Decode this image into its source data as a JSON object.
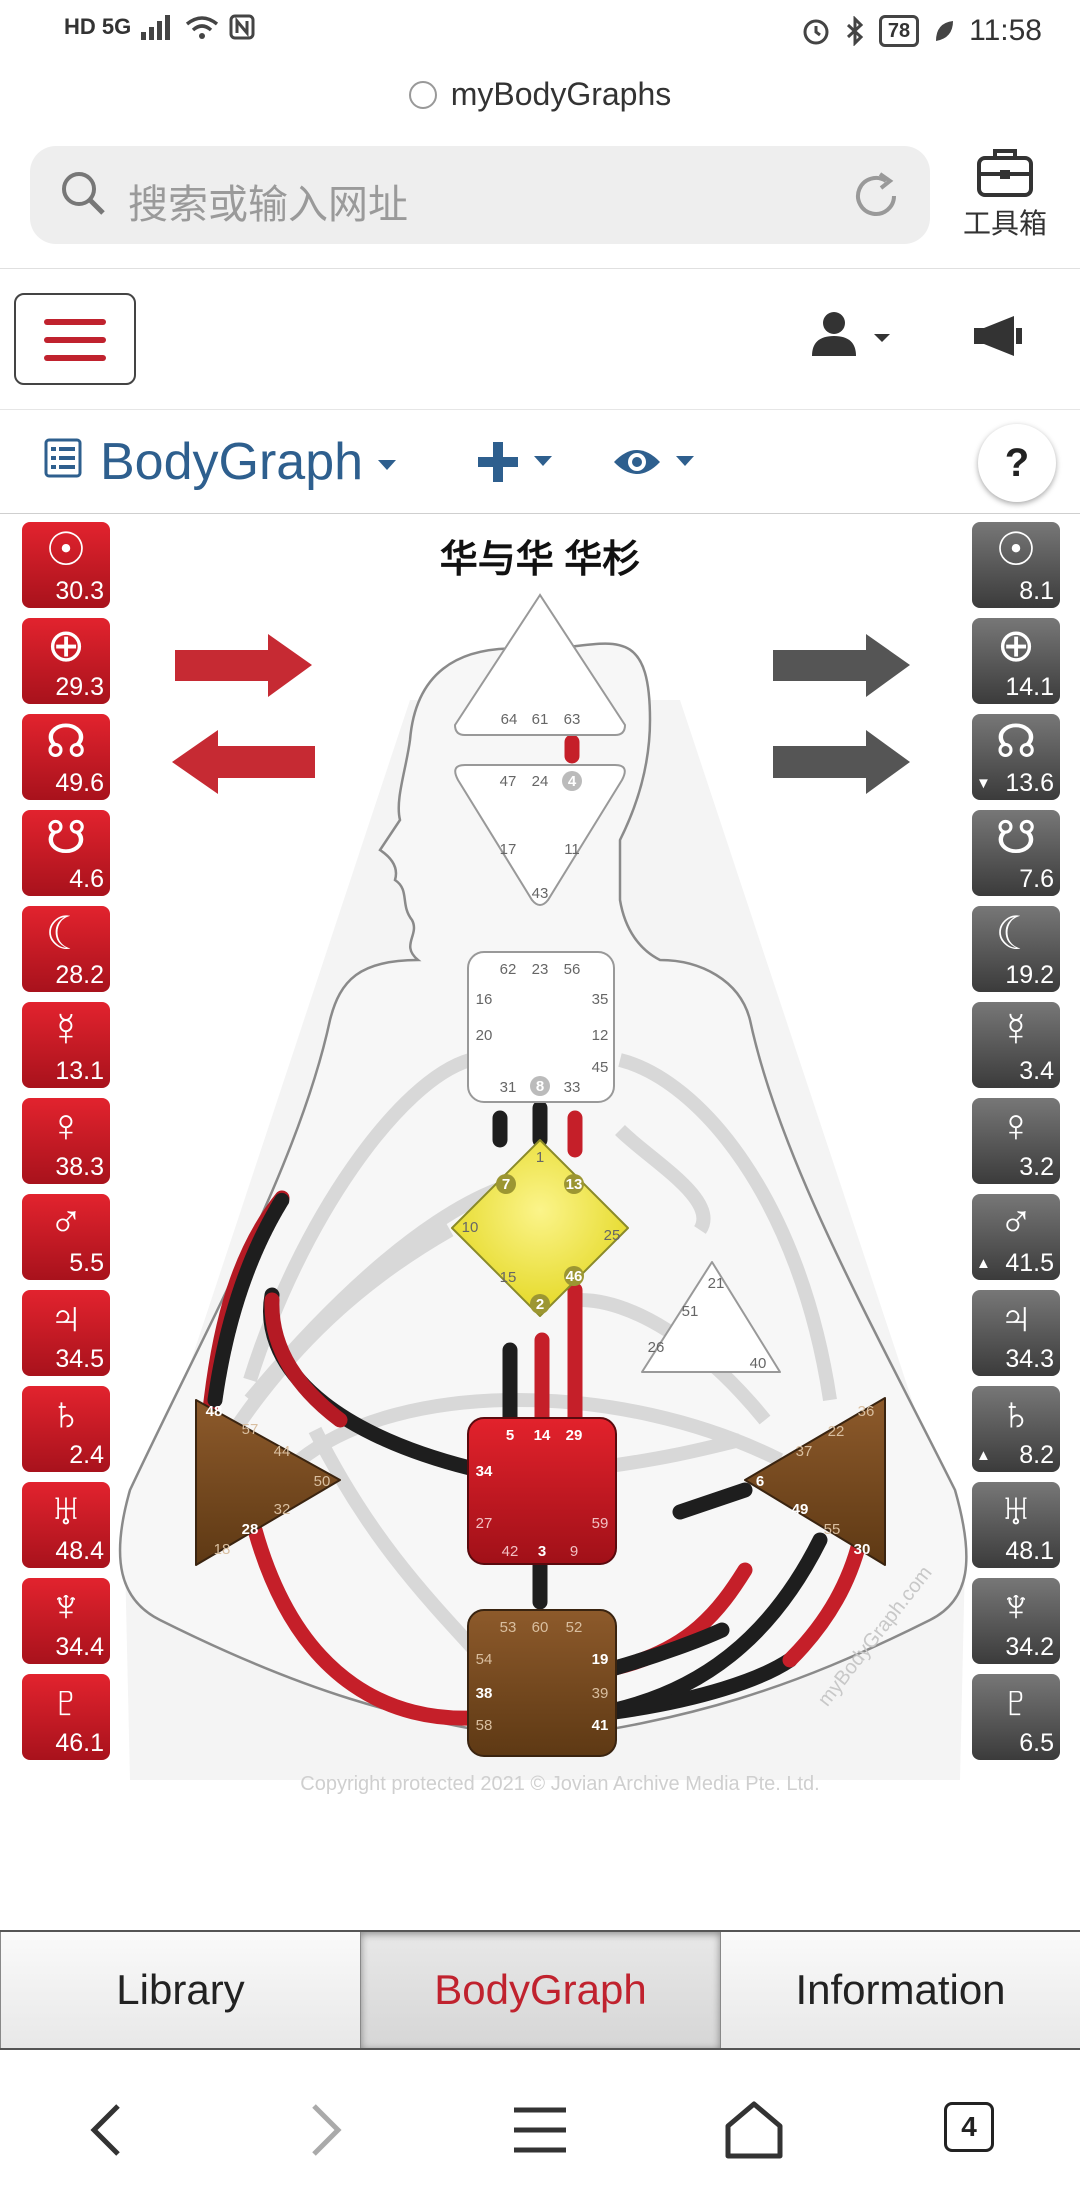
{
  "status_bar": {
    "network": "HD 5G",
    "battery": "78",
    "time": "11:58"
  },
  "site": {
    "name": "myBodyGraphs"
  },
  "search": {
    "placeholder": "搜索或输入网址"
  },
  "toolbox": {
    "label": "工具箱"
  },
  "toolbar": {
    "title": "BodyGraph"
  },
  "help": {
    "label": "?"
  },
  "chart": {
    "person_name": "华与华 华杉",
    "watermark": "myBodyGraph.com",
    "copyright": "Copyright protected 2021 © Jovian Archive Media Pte. Ltd."
  },
  "left_planets": [
    {
      "symbol": "☉",
      "value": "30.3"
    },
    {
      "symbol": "⊕",
      "value": "29.3"
    },
    {
      "symbol": "☊",
      "value": "49.6"
    },
    {
      "symbol": "☋",
      "value": "4.6"
    },
    {
      "symbol": "☾",
      "value": "28.2"
    },
    {
      "symbol": "☿",
      "value": "13.1"
    },
    {
      "symbol": "♀",
      "value": "38.3"
    },
    {
      "symbol": "♂",
      "value": "5.5"
    },
    {
      "symbol": "♃",
      "value": "34.5"
    },
    {
      "symbol": "♄",
      "value": "2.4"
    },
    {
      "symbol": "♅",
      "value": "48.4"
    },
    {
      "symbol": "♆",
      "value": "34.4"
    },
    {
      "symbol": "♇",
      "value": "46.1"
    }
  ],
  "right_planets": [
    {
      "symbol": "☉",
      "value": "8.1"
    },
    {
      "symbol": "⊕",
      "value": "14.1"
    },
    {
      "symbol": "☊",
      "value": "13.6",
      "marker": "▼"
    },
    {
      "symbol": "☋",
      "value": "7.6"
    },
    {
      "symbol": "☾",
      "value": "19.2"
    },
    {
      "symbol": "☿",
      "value": "3.4"
    },
    {
      "symbol": "♀",
      "value": "3.2"
    },
    {
      "symbol": "♂",
      "value": "41.5",
      "marker": "▲"
    },
    {
      "symbol": "♃",
      "value": "34.3"
    },
    {
      "symbol": "♄",
      "value": "8.2",
      "marker": "▲"
    },
    {
      "symbol": "♅",
      "value": "48.1"
    },
    {
      "symbol": "♆",
      "value": "34.2"
    },
    {
      "symbol": "♇",
      "value": "6.5"
    }
  ],
  "gates": {
    "head": [
      "64",
      "61",
      "63"
    ],
    "ajna": [
      "47",
      "24",
      "4",
      "17",
      "11",
      "43"
    ],
    "throat": [
      "62",
      "23",
      "56",
      "16",
      "35",
      "20",
      "12",
      "45",
      "31",
      "8",
      "33"
    ],
    "g": [
      "1",
      "7",
      "13",
      "10",
      "25",
      "15",
      "46",
      "2"
    ],
    "ego": [
      "21",
      "51",
      "26",
      "40"
    ],
    "spleen": [
      "48",
      "57",
      "44",
      "50",
      "32",
      "28",
      "18"
    ],
    "sacral": [
      "5",
      "14",
      "29",
      "34",
      "27",
      "59",
      "42",
      "3",
      "9"
    ],
    "esp": [
      "36",
      "22",
      "37",
      "6",
      "49",
      "55",
      "30"
    ],
    "root": [
      "53",
      "60",
      "52",
      "54",
      "19",
      "38",
      "39",
      "58",
      "41"
    ]
  },
  "tabs": [
    {
      "label": "Library",
      "active": false
    },
    {
      "label": "BodyGraph",
      "active": true
    },
    {
      "label": "Information",
      "active": false
    }
  ],
  "navbar": {
    "tab_count": "4"
  },
  "colors": {
    "accent_red": "#c0222e",
    "planet_red": "#d81e28",
    "planet_gray": "#555555",
    "center_brown": "#7a4b22",
    "center_yellow": "#f2e84a",
    "title_blue": "#2e5f8e"
  }
}
